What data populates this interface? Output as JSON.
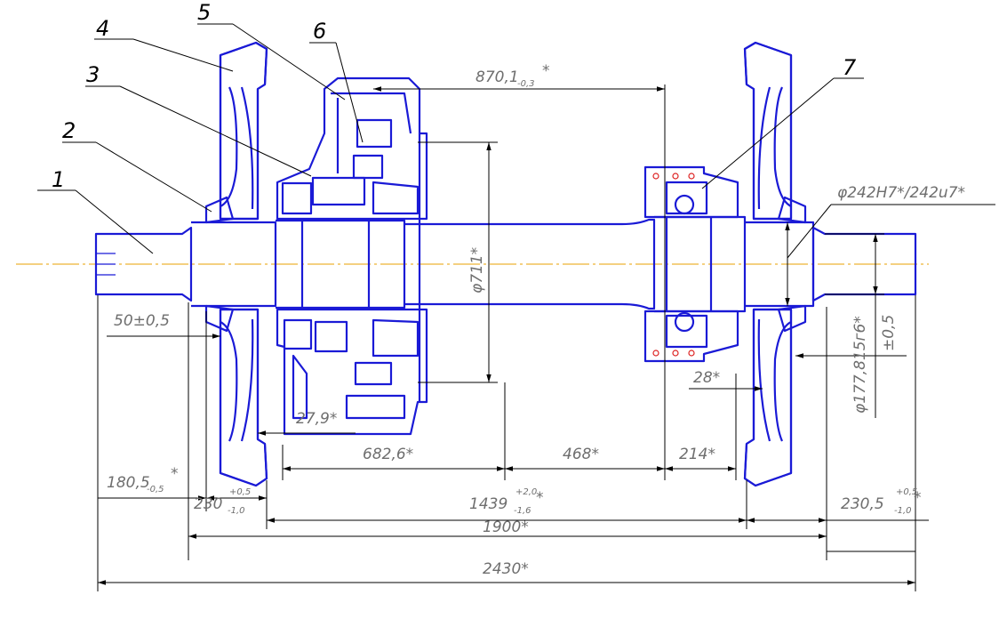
{
  "part_labels": {
    "p1": "1",
    "p2": "2",
    "p3": "3",
    "p4": "4",
    "p5": "5",
    "p6": "6",
    "p7": "7"
  },
  "dimensions": {
    "d870": "870,1",
    "d870_tol": "-0,3",
    "d870_star": "*",
    "d242": "φ242H7*/242u7*",
    "d711": "φ711*",
    "d50": "50±0,5",
    "d28": "28*",
    "d1778": "φ177,815г6*",
    "d1778_tol": "±0,5",
    "d279": "27,9*",
    "d6826": "682,6*",
    "d468": "468*",
    "d214": "214*",
    "d1805": "180,5",
    "d1805_tol": "-0,5",
    "d1805_star": "*",
    "d230l": "230",
    "d230l_up": "+0,5",
    "d230l_dn": "-1,0",
    "d1439": "1439",
    "d1439_up": "+2,0",
    "d1439_dn": "-1,6",
    "d1439_star": "*",
    "d2305": "230,5",
    "d2305_up": "+0,5",
    "d2305_dn": "-1,0",
    "d2305_star": "*",
    "d1900": "1900*",
    "d2430": "2430*"
  },
  "colors": {
    "part": "#1a1ad6",
    "dimension": "#000000",
    "axis": "#e8a200",
    "text": "#6e6e6e"
  }
}
